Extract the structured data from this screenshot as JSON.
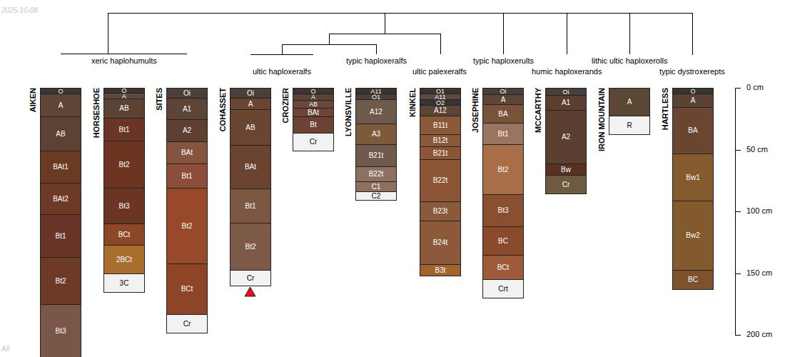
{
  "diagram": {
    "nodes": [
      {
        "text": [
          "AIKEN"
        ]
      },
      {
        "text": [
          "O"
        ],
        "in": 0
      },
      {
        "text": [
          "A"
        ],
        "in": 0
      },
      {
        "text": [
          "AB"
        ],
        "in": 0
      },
      {
        "text": [
          "BAt1"
        ],
        "in": 0
      },
      {
        "text": [
          "BAt2"
        ],
        "in": 0
      },
      {
        "text": [
          "Bt1"
        ],
        "in": 0
      },
      {
        "text": [
          "Bt2"
        ],
        "in": 0
      },
      {
        "text": [
          "Bt3"
        ],
        "in": 0
      },
      {
        "text": [
          "HORSESHOE"
        ]
      },
      {
        "text": [
          "O"
        ],
        "in": 9
      },
      {
        "text": [
          "A"
        ],
        "in": 9
      },
      {
        "text": [
          "AB"
        ],
        "in": 9
      },
      {
        "text": [
          "Bt1"
        ],
        "in": 9
      },
      {
        "text": [
          "Bt2"
        ],
        "in": 9
      },
      {
        "text": [
          "Bt3"
        ],
        "in": 9
      },
      {
        "text": [
          "BCt"
        ],
        "in": 9
      },
      {
        "text": [
          "2BCt"
        ],
        "in": 9
      },
      {
        "text": [
          "3C"
        ],
        "in": 9
      },
      {
        "text": [
          "SITES"
        ]
      },
      {
        "text": [
          "Oi"
        ],
        "in": 19
      },
      {
        "text": [
          "A1"
        ],
        "in": 19
      },
      {
        "text": [
          "A2"
        ],
        "in": 19
      },
      {
        "text": [
          "BAt"
        ],
        "in": 19
      },
      {
        "text": [
          "Bt1"
        ],
        "in": 19
      },
      {
        "text": [
          "Bt2"
        ],
        "in": 19
      },
      {
        "text": [
          "BCt"
        ],
        "in": 19
      },
      {
        "text": [
          "Cr"
        ],
        "in": 19
      },
      {
        "text": [
          "COHASSET"
        ]
      },
      {
        "text": [
          "Oi"
        ],
        "in": 28
      },
      {
        "text": [
          "A"
        ],
        "in": 28
      },
      {
        "text": [
          "AB"
        ],
        "in": 28
      },
      {
        "text": [
          "BAt"
        ],
        "in": 28
      },
      {
        "text": [
          "Bt1"
        ],
        "in": 28
      },
      {
        "text": [
          "Bt2"
        ],
        "in": 28
      },
      {
        "text": [
          "Cr"
        ],
        "in": 28
      },
      {
        "text": [
          "CROZIER"
        ]
      },
      {
        "text": [
          "O"
        ],
        "in": 36
      },
      {
        "text": [
          "A"
        ],
        "in": 36
      },
      {
        "text": [
          "AB"
        ],
        "in": 36
      },
      {
        "text": [
          "BAt"
        ],
        "in": 36
      },
      {
        "text": [
          "Bt"
        ],
        "in": 36
      },
      {
        "text": [
          "Cr"
        ],
        "in": 36
      },
      {
        "text": [
          "LYONSVILLE"
        ]
      },
      {
        "text": [
          "A11"
        ],
        "in": 43
      },
      {
        "text": [
          "O1"
        ],
        "in": 43
      },
      {
        "text": [
          "A12"
        ],
        "in": 43
      },
      {
        "text": [
          "A3"
        ],
        "in": 43
      },
      {
        "text": [
          "B21t"
        ],
        "in": 43
      },
      {
        "text": [
          "B22t"
        ],
        "in": 43
      },
      {
        "text": [
          "C1"
        ],
        "in": 43
      },
      {
        "text": [
          "C2"
        ],
        "in": 43
      },
      {
        "text": [
          "KINKEL"
        ]
      },
      {
        "text": [
          "O1"
        ],
        "in": 52
      },
      {
        "text": [
          "A11"
        ],
        "in": 52
      },
      {
        "text": [
          "O2"
        ],
        "in": 52
      },
      {
        "text": [
          "A12"
        ],
        "in": 52
      },
      {
        "text": [
          "B11t"
        ],
        "in": 52
      },
      {
        "text": [
          "B12t"
        ],
        "in": 52
      },
      {
        "text": [
          "B21t"
        ],
        "in": 52
      },
      {
        "text": [
          "B22t"
        ],
        "in": 52
      },
      {
        "text": [
          "B23t"
        ],
        "in": 52
      },
      {
        "text": [
          "B24t"
        ],
        "in": 52
      },
      {
        "text": [
          "B3t"
        ],
        "in": 52
      },
      {
        "text": [
          "JOSEPHINE"
        ]
      },
      {
        "text": [
          "Oi"
        ],
        "in": 64
      },
      {
        "text": [
          "A"
        ],
        "in": 64
      },
      {
        "text": [
          "BA"
        ],
        "in": 64
      },
      {
        "text": [
          "Bt1"
        ],
        "in": 64
      },
      {
        "text": [
          "Bt2"
        ],
        "in": 64
      },
      {
        "text": [
          "Bt3"
        ],
        "in": 64
      },
      {
        "text": [
          "BC"
        ],
        "in": 64
      },
      {
        "text": [
          "BCt"
        ],
        "in": 64
      },
      {
        "text": [
          "Crt"
        ],
        "in": 64
      },
      {
        "text": [
          "MCCARTHY"
        ]
      },
      {
        "text": [
          "Oi"
        ],
        "in": 74
      },
      {
        "text": [
          "A1"
        ],
        "in": 74
      },
      {
        "text": [
          "A2"
        ],
        "in": 74
      },
      {
        "text": [
          "Bw"
        ],
        "in": 74
      },
      {
        "text": [
          "Cr"
        ],
        "in": 74
      },
      {
        "text": [
          "IRON MOUNTAIN"
        ]
      },
      {
        "text": [
          "A"
        ],
        "in": 80
      },
      {
        "text": [
          "R"
        ],
        "in": 80
      },
      {
        "text": [
          "HARTLESS"
        ]
      },
      {
        "text": [
          "O"
        ],
        "in": 83
      },
      {
        "text": [
          "A"
        ],
        "in": 83
      },
      {
        "text": [
          "BA"
        ],
        "in": 83
      },
      {
        "text": [
          "Bw1"
        ],
        "in": 83
      },
      {
        "text": [
          "Bw2"
        ],
        "in": 83
      },
      {
        "text": [
          "BC"
        ],
        "in": 83
      }
    ],
    "labels": [
      "xeric haplohumults",
      "ultic haploxeralfs",
      "typic haploxeralfs",
      "ultic palexeralfs",
      "typic haploxerults",
      "humic haploxerands",
      "lithic ultic haploxerolls",
      "typic dystroxerepts",
      "0 cm",
      "50 cm",
      "100 cm",
      "150 cm",
      "200 cm",
      "2025-10-08",
      "All"
    ]
  }
}
